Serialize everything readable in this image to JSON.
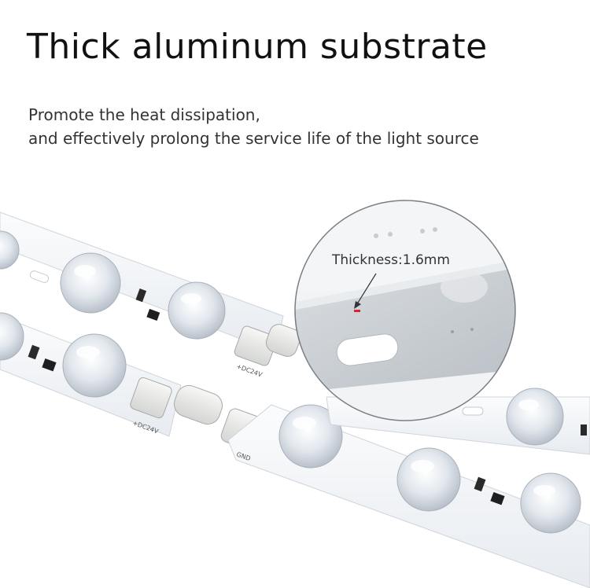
{
  "headline": "Thick aluminum substrate",
  "subtitle": {
    "line1": "Promote the heat dissipation,",
    "line2": "and effectively prolong the service life of the light source"
  },
  "callout": {
    "label": "Thickness:1.6mm"
  },
  "board_markings": {
    "voltage_label": "+DC24V",
    "ground_label": "GND",
    "voltage_label_2": "+DC24V"
  },
  "colors": {
    "headline": "#111111",
    "subtitle": "#333333",
    "board": "#f4f6f9",
    "aluminum": "#c9ced3",
    "arrow_accent": "#e0202a"
  }
}
